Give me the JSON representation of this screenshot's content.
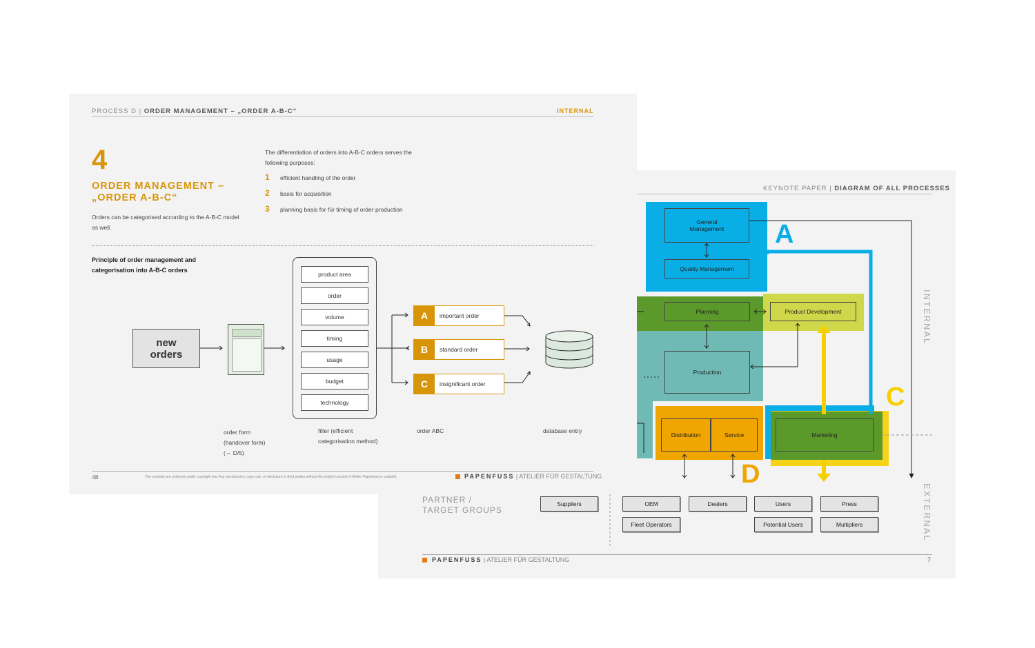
{
  "front": {
    "header_prefix": "PROCESS D |",
    "header_title": "ORDER MANAGEMENT – „ORDER A-B-C“",
    "header_tag": "INTERNAL",
    "number": "4",
    "title_line1": "ORDER MANAGEMENT –",
    "title_line2": "„ORDER A-B-C“",
    "intro_line1": "Orders can be categorised according to the A-B-C model",
    "intro_line2": "as well.",
    "purpose_line1": "The differentiation of orders into A-B-C orders serves the",
    "purpose_line2": "following purposes:",
    "purposes": [
      {
        "num": "1",
        "text": "efficient handling of the order"
      },
      {
        "num": "2",
        "text": "basis for acquisition"
      },
      {
        "num": "3",
        "text": "planning basis for  für timing of order production"
      }
    ],
    "principle_line1": "Principle of order management and",
    "principle_line2": "categorisation into A-B-C orders",
    "new_orders_line1": "new",
    "new_orders_line2": "orders",
    "filters": [
      "product area",
      "order",
      "volume",
      "timing",
      "usage",
      "budget",
      "technology"
    ],
    "orders": [
      {
        "letter": "A",
        "label": "important order"
      },
      {
        "letter": "B",
        "label": "standard order"
      },
      {
        "letter": "C",
        "label": "insignificant order"
      }
    ],
    "caption_form_1": "order form",
    "caption_form_2": "(handover form)",
    "caption_form_3": "(⇔ D/5)",
    "caption_filter_1": "filter (efficient",
    "caption_filter_2": "categorisation method)",
    "caption_abc": "order ABC",
    "caption_db": "database entry",
    "page_number": "48",
    "copyright": "The contents are protected under copyright law. Any reproduction, copy, use, or disclosure to third parties without the explicit consent of Atelier Papenfuss is unlawful.",
    "brand": "PAPENFUSS",
    "brand_sub": "| ATELIER FÜR GESTALTUNG"
  },
  "back": {
    "header_prefix": "KEYNOTE PAPER |",
    "header_title": "DIAGRAM OF ALL PROCESSES",
    "general_management_1": "General",
    "general_management_2": "Management",
    "quality_management": "Quality Management",
    "planning": "Planning",
    "product_development": "Product Development",
    "production": "Production",
    "distribution": "Distribution",
    "service": "Service",
    "marketing": "Marketing",
    "letter_a": "A",
    "letter_c": "C",
    "letter_d": "D",
    "internal": "INTERNAL",
    "external": "EXTERNAL",
    "partner_1": "PARTNER /",
    "partner_2": "TARGET GROUPS",
    "partners": [
      "Suppliers",
      "OEM",
      "Dealers",
      "Users",
      "Press",
      "Fleet Operators",
      "Potential Users",
      "Multipliers"
    ],
    "brand": "PAPENFUSS",
    "brand_sub": "| ATELIER FÜR GESTALTUNG",
    "page_number": "7"
  },
  "colors": {
    "gold": "#d9950a",
    "blue": "#00a9e6",
    "green": "#5b9a2a",
    "teal": "#6fbab5",
    "yellow": "#f5cf00",
    "orange": "#f0a500",
    "lime": "#cfd84a"
  }
}
